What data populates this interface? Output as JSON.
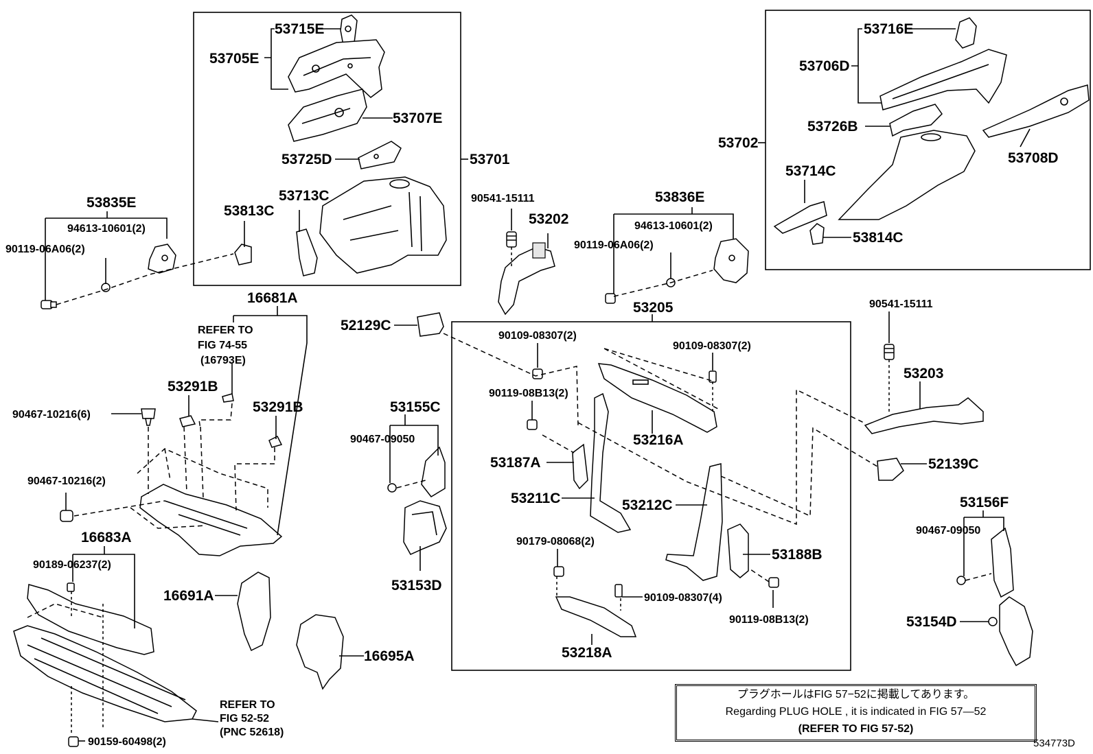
{
  "labels": {
    "l53715E": "53715E",
    "l53705E": "53705E",
    "l53707E": "53707E",
    "l53725D": "53725D",
    "l53701": "53701",
    "l53713C": "53713C",
    "l53813C": "53813C",
    "l53835E": "53835E",
    "l94613a": "94613-10601(2)",
    "l90119a": "90119-06A06(2)",
    "l16681A": "16681A",
    "l53291Ba": "53291B",
    "l53291Bb": "53291B",
    "l90467a": "90467-10216(6)",
    "l90467b": "90467-10216(2)",
    "l16683A": "16683A",
    "l90189": "90189-06237(2)",
    "l16691A": "16691A",
    "l16695A": "16695A",
    "l90159": "90159-60498(2)",
    "l90541a": "90541-15111",
    "l53202": "53202",
    "l52129C": "52129C",
    "l53155C": "53155C",
    "l90467c": "90467-09050",
    "l53153D": "53153D",
    "l53836E": "53836E",
    "l94613b": "94613-10601(2)",
    "l90119b": "90119-06A06(2)",
    "l53205": "53205",
    "l90109a": "90109-08307(2)",
    "l90109b": "90109-08307(2)",
    "l90119c": "90119-08B13(2)",
    "l53216A": "53216A",
    "l53187A": "53187A",
    "l53211C": "53211C",
    "l53212C": "53212C",
    "l90179": "90179-08068(2)",
    "l90109c": "90109-08307(4)",
    "l53188B": "53188B",
    "l90119d": "90119-08B13(2)",
    "l53218A": "53218A",
    "l53716E": "53716E",
    "l53706D": "53706D",
    "l53726B": "53726B",
    "l53702": "53702",
    "l53714C": "53714C",
    "l53708D": "53708D",
    "l53814C": "53814C",
    "l90541b": "90541-15111",
    "l53203": "53203",
    "l52139C": "52139C",
    "l53156F": "53156F",
    "l90467d": "90467-09050",
    "l53154D": "53154D"
  },
  "refer1": {
    "line1": "REFER TO",
    "line2": "FIG 74-55",
    "line3": "(16793E)"
  },
  "refer2": {
    "line1": "REFER TO",
    "line2": "FIG 52-52",
    "line3": "(PNC 52618)"
  },
  "note": {
    "jp": "プラグホールはFIG 57−52に掲載してあります。",
    "en": "Regarding  PLUG  HOLE , it is indicated in FIG  57—52",
    "ref": "(REFER TO FIG 57-52)"
  },
  "figure_code": "534773D"
}
